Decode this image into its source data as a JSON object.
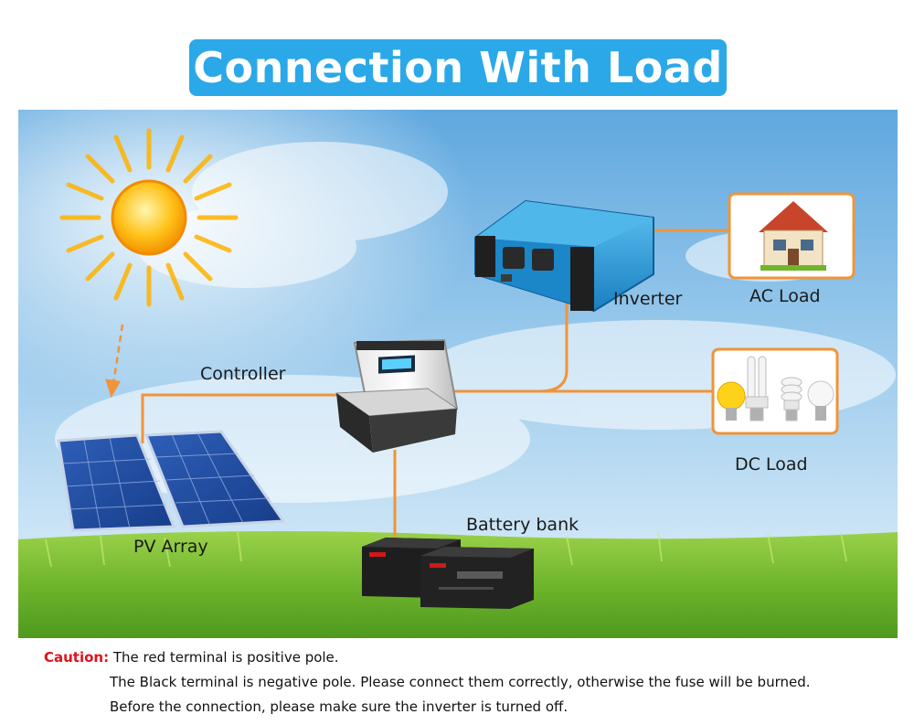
{
  "title": "Connection With Load",
  "labels": {
    "inverter": "Inverter",
    "ac_load": "AC Load",
    "controller": "Controller",
    "dc_load": "DC Load",
    "battery_bank": "Battery bank",
    "pv_array": "PV Array"
  },
  "caution": {
    "heading": "Caution:",
    "line1": "The red terminal is positive pole.",
    "line2": "The Black terminal is negative pole. Please connect them correctly, otherwise the fuse will be burned.",
    "line3": "Before the connection, please make sure the inverter is turned off."
  },
  "colors": {
    "title_bg": "#2ba8e8",
    "wire": "#f0943a",
    "caution_red": "#e0121b",
    "inverter_blue": "#1f8fd0"
  }
}
